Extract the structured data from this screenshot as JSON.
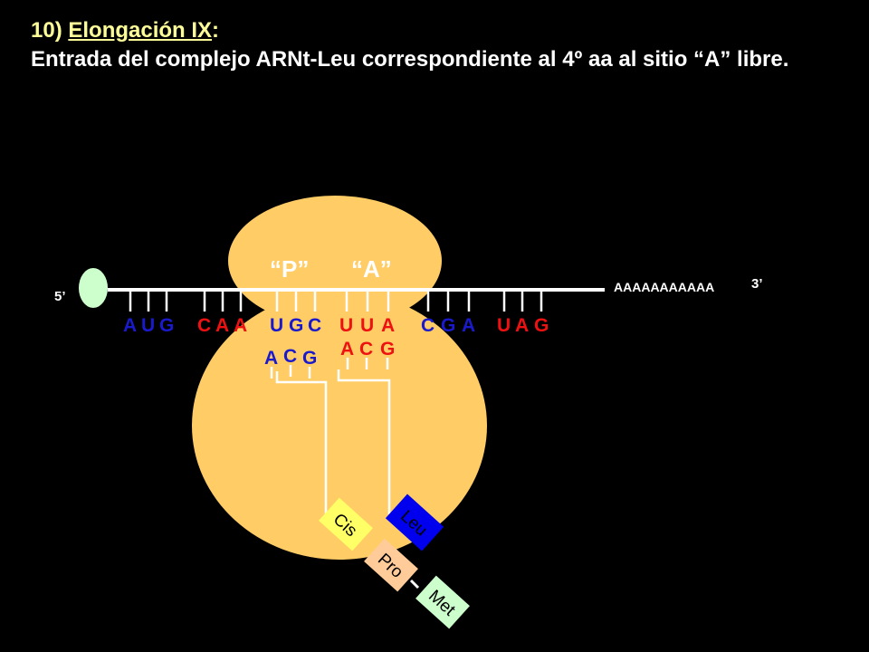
{
  "title": {
    "number": "10)",
    "name": "Elongación IX",
    "colon": ":",
    "subtitle": "Entrada del complejo ARNt-Leu correspondiente al 4º aa al sitio “A” libre."
  },
  "mrna": {
    "five_prime": "5’",
    "three_prime": "3’",
    "poly_a": "AAAAAAAAAAA",
    "codons": [
      {
        "letters": [
          "A",
          "U",
          "G"
        ],
        "color": "#1a1acc"
      },
      {
        "letters": [
          "C",
          "A",
          "A"
        ],
        "color": "#ee1111"
      },
      {
        "letters": [
          "U",
          "G",
          "C"
        ],
        "color": "#1a1acc"
      },
      {
        "letters": [
          "U",
          "U",
          "A"
        ],
        "color": "#ee1111"
      },
      {
        "letters": [
          "C",
          "G",
          "A"
        ],
        "color": "#1a1acc"
      },
      {
        "letters": [
          "U",
          "A",
          "G"
        ],
        "color": "#ee1111"
      }
    ]
  },
  "sites": {
    "p": "“P”",
    "a": "“A”"
  },
  "anticodons": [
    {
      "letters": [
        "A",
        "C",
        "G"
      ],
      "color": "#1a1acc"
    },
    {
      "letters": [
        "A",
        "C",
        "G"
      ],
      "color": "#ee1111"
    }
  ],
  "amino_acids": [
    {
      "label": "Cis",
      "fill": "#ffff66",
      "text_color": "#000000"
    },
    {
      "label": "Leu",
      "fill": "#0000ee",
      "text_color": "#000000"
    },
    {
      "label": "Pro",
      "fill": "#ffcc99",
      "text_color": "#000000"
    },
    {
      "label": "Met",
      "fill": "#ccffcc",
      "text_color": "#000000"
    }
  ],
  "colors": {
    "ribosome": "#ffcc66",
    "cap": "#ccffcc",
    "line": "#ffffff"
  }
}
